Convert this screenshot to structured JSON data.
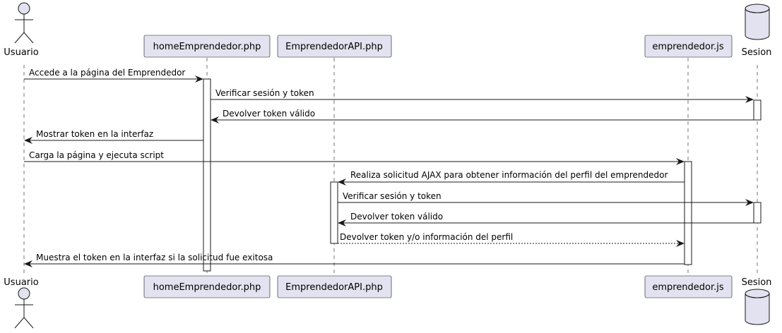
{
  "colors": {
    "participant_fill": "#e2e2f0",
    "participant_stroke": "#181818",
    "lifeline": "#181818",
    "background": "#ffffff"
  },
  "participants": [
    {
      "id": "usuario",
      "label": "Usuario",
      "kind": "actor",
      "icon": "actor-stick-figure-icon"
    },
    {
      "id": "home",
      "label": "homeEmprendedor.php",
      "kind": "participant"
    },
    {
      "id": "api",
      "label": "EmprendedorAPI.php",
      "kind": "participant"
    },
    {
      "id": "js",
      "label": "emprendedor.js",
      "kind": "participant"
    },
    {
      "id": "sesion",
      "label": "Sesion",
      "kind": "database",
      "icon": "database-cylinder-icon"
    }
  ],
  "messages": [
    {
      "from": "usuario",
      "to": "home",
      "text": "Accede a la página del Emprendedor",
      "style": "solid"
    },
    {
      "from": "home",
      "to": "sesion",
      "text": "Verificar sesión y token",
      "style": "solid"
    },
    {
      "from": "sesion",
      "to": "home",
      "text": "Devolver token válido",
      "style": "solid"
    },
    {
      "from": "home",
      "to": "usuario",
      "text": "Mostrar token en la interfaz",
      "style": "solid"
    },
    {
      "from": "usuario",
      "to": "js",
      "text": "Carga la página y ejecuta script",
      "style": "solid"
    },
    {
      "from": "js",
      "to": "api",
      "text": "Realiza solicitud AJAX para obtener información del perfil del emprendedor",
      "style": "solid"
    },
    {
      "from": "api",
      "to": "sesion",
      "text": "Verificar sesión y token",
      "style": "solid"
    },
    {
      "from": "sesion",
      "to": "api",
      "text": "Devolver token válido",
      "style": "solid"
    },
    {
      "from": "api",
      "to": "js",
      "text": "Devolver token y/o información del perfil",
      "style": "dashed"
    },
    {
      "from": "js",
      "to": "usuario",
      "text": "Muestra el token en la interfaz si la solicitud fue exitosa",
      "style": "solid"
    }
  ],
  "activations": [
    {
      "participant": "home",
      "from_message": 0,
      "to_message": "end"
    },
    {
      "participant": "sesion",
      "from_message": 1,
      "to_message": 2
    },
    {
      "participant": "js",
      "from_message": 4,
      "to_message": 9
    },
    {
      "participant": "api",
      "from_message": 5,
      "to_message": 8
    },
    {
      "participant": "sesion",
      "from_message": 6,
      "to_message": 7
    }
  ]
}
